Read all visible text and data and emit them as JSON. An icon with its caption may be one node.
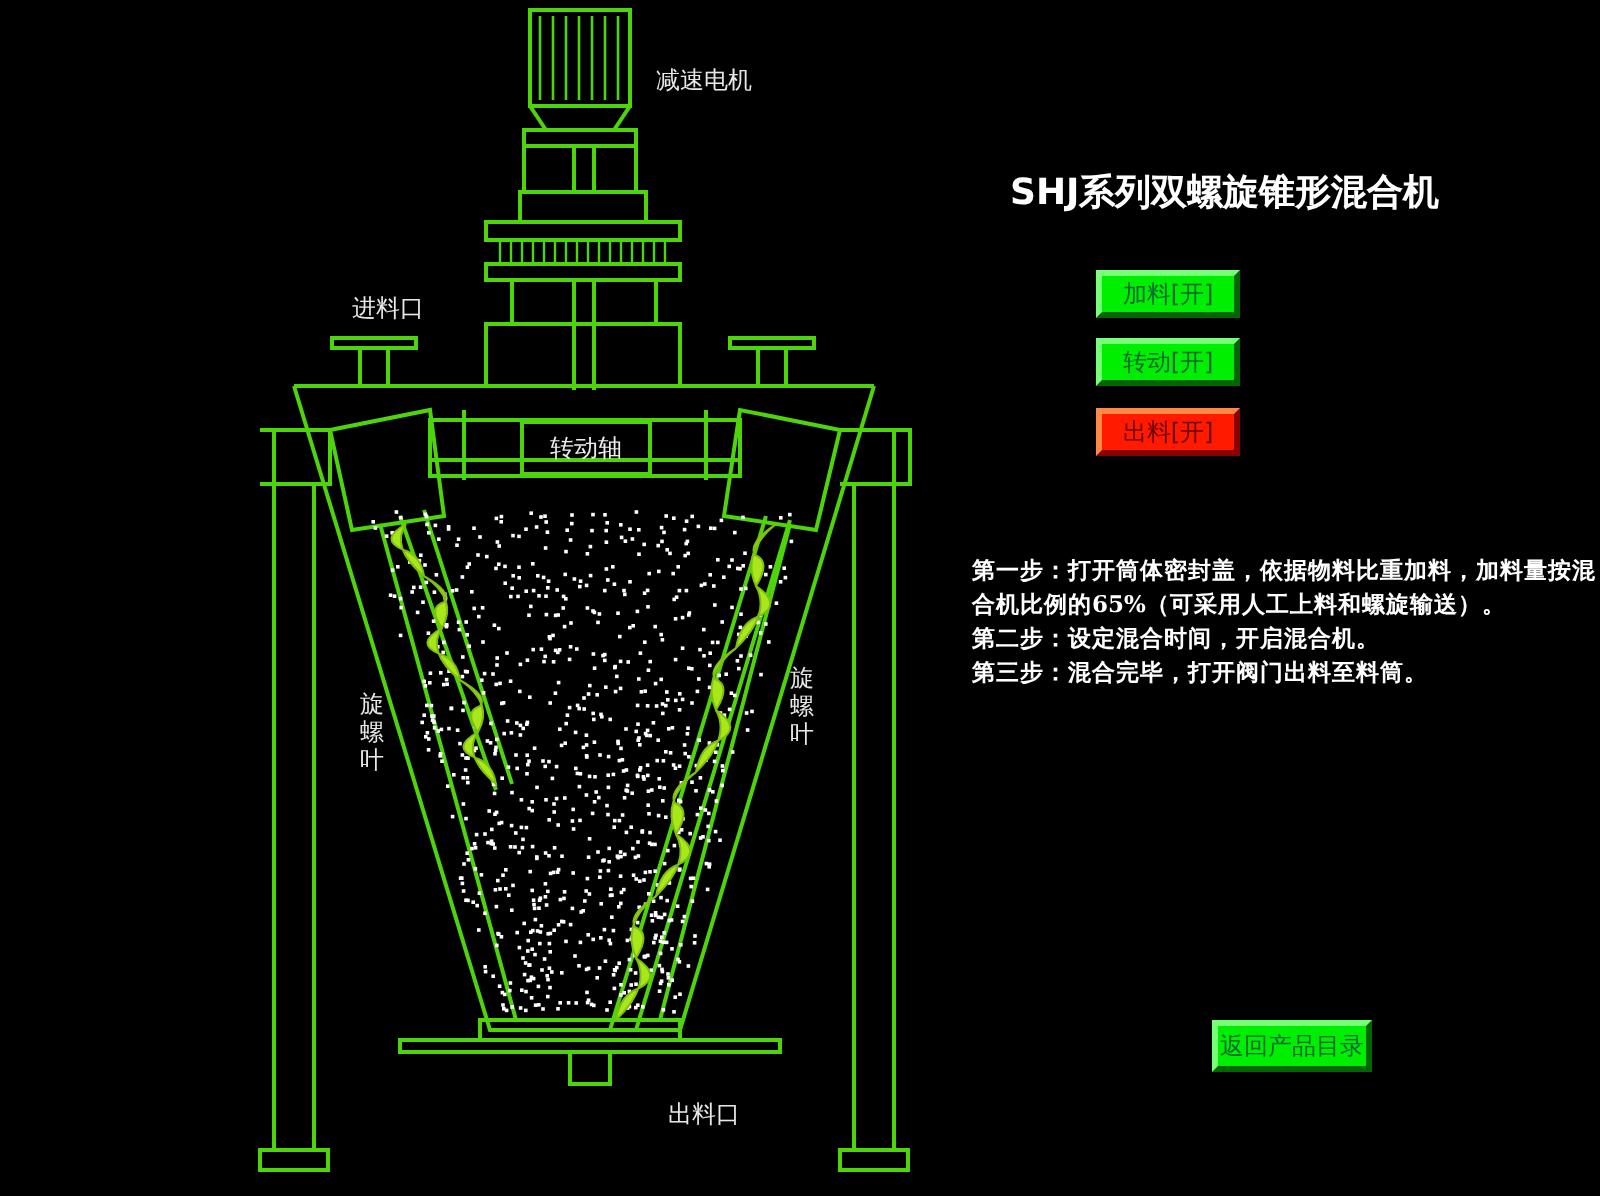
{
  "diagram": {
    "title": "SHJ系列双螺旋锥形混合机",
    "nodes": [
      {
        "text": [
          "加料[开]"
        ]
      },
      {
        "text": [
          "转动[开]"
        ]
      },
      {
        "text": [
          "出料[开]"
        ]
      },
      {
        "text": [
          "返回产品目录"
        ]
      },
      {
        "text": [
          "转动轴"
        ]
      }
    ],
    "labels": [
      "减速电机",
      "进料口",
      "旋螺叶",
      "旋螺叶",
      "出料口",
      "第一步：打开筒体密封盖，依据物料比重加料，加料量按混合机比例的65%（可采用人工上料和螺旋输送）。",
      "第二步：设定混合时间，开启混合机。",
      "第三步：混合完毕，打开阀门出料至料筒。"
    ]
  }
}
